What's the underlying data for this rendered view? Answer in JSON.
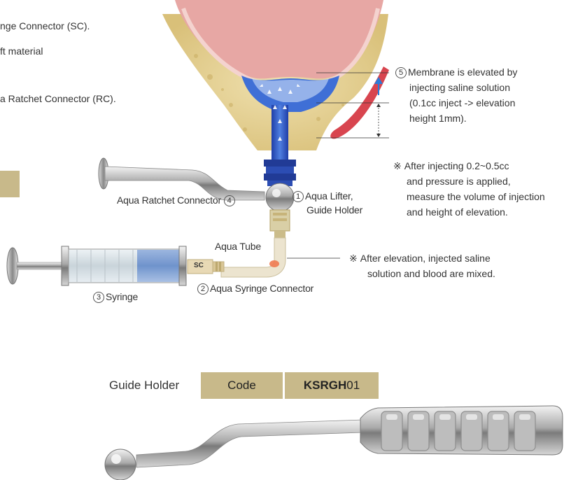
{
  "left_text": {
    "line1": "nge Connector (SC).",
    "line2": "ft material",
    "line3": "a Ratchet Connector (RC)."
  },
  "labels": {
    "aqua_lifter_num": "1",
    "aqua_lifter_line1": "Aqua Lifter,",
    "aqua_lifter_line2": "Guide Holder",
    "ratchet_connector": "Aqua Ratchet Connector",
    "ratchet_connector_num": "4",
    "aqua_tube": "Aqua Tube",
    "syringe_connector_num": "2",
    "syringe_connector": "Aqua Syringe Connector",
    "syringe_num": "3",
    "syringe": "Syringe",
    "sc_marking": "SC"
  },
  "notes": {
    "membrane_num": "5",
    "membrane_lines": [
      "Membrane is elevated by",
      "injecting saline solution",
      "(0.1cc inject -> elevation",
      "height 1mm)."
    ],
    "pressure_lines": [
      "After injecting 0.2~0.5cc",
      "and pressure is applied,",
      "measure the volume of injection",
      "and height of elevation."
    ],
    "mixed_lines": [
      "After elevation, injected saline",
      "solution and blood are mixed."
    ],
    "ref_mark": "※"
  },
  "product": {
    "name": "Guide Holder",
    "code_label": "Code",
    "code_bold": "KSRGH",
    "code_rest": "01"
  },
  "colors": {
    "accent_gold": "#c8b98a",
    "saline_blue": "#2f63c9",
    "membrane_pink": "#e7a7a4",
    "bone": "#e8d59c"
  }
}
